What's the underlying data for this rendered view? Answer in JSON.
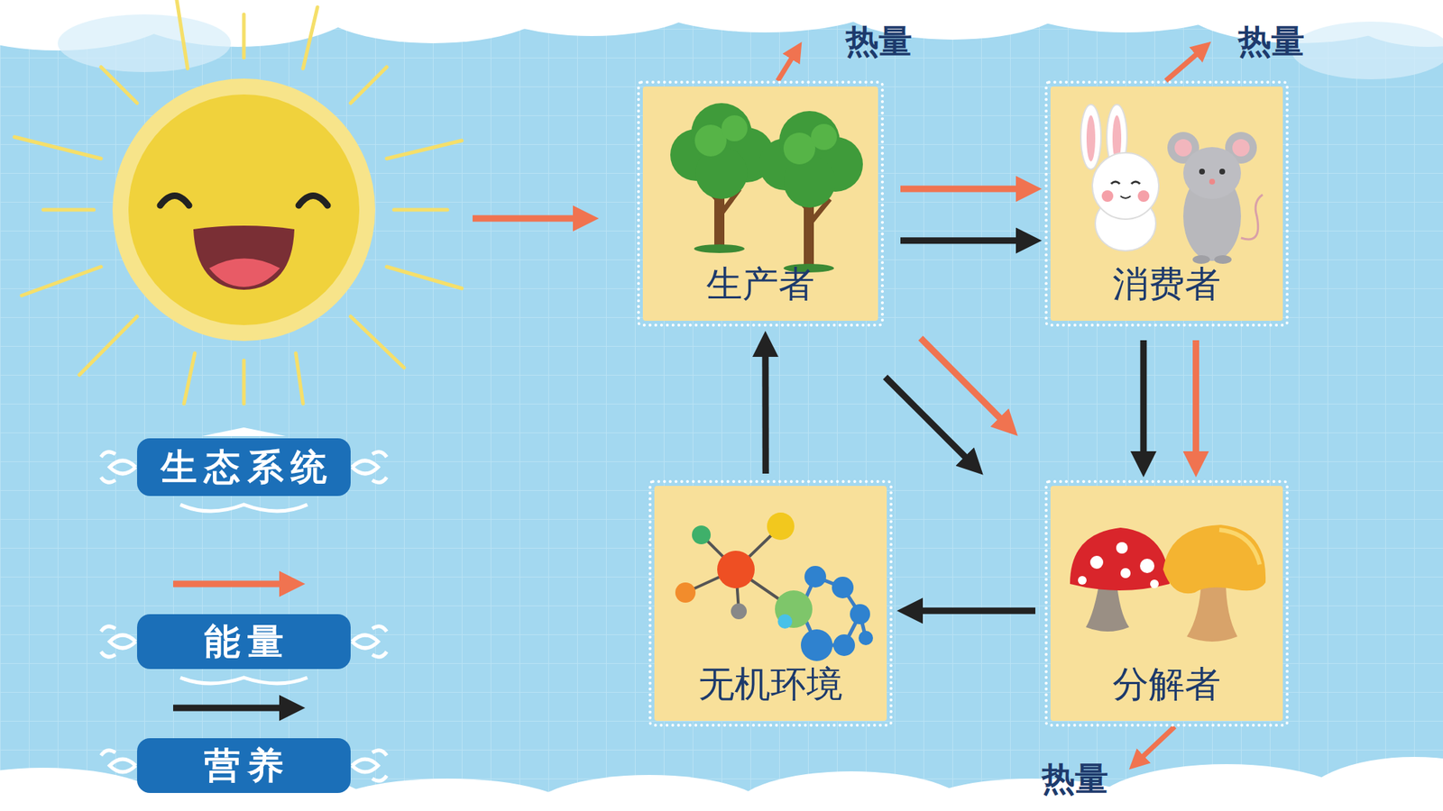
{
  "diagram": {
    "title": "生态系统",
    "nodes": [
      {
        "text": [
          "生产者"
        ]
      },
      {
        "text": [
          "消费者"
        ]
      },
      {
        "text": [
          "无机环境"
        ]
      },
      {
        "text": [
          "分解者"
        ]
      }
    ],
    "edges": [
      {
        "from": 0,
        "to": 1,
        "arrow": "to"
      },
      {
        "from": 0,
        "to": 1,
        "arrow": "to"
      },
      {
        "from": 0,
        "to": 3,
        "arrow": "to"
      },
      {
        "from": 0,
        "to": 3,
        "arrow": "to"
      },
      {
        "from": 1,
        "to": 3,
        "arrow": "to"
      },
      {
        "from": 1,
        "to": 3,
        "arrow": "to"
      },
      {
        "from": 3,
        "to": 2,
        "arrow": "to"
      },
      {
        "from": 2,
        "to": 0,
        "arrow": "to"
      }
    ],
    "labels": [
      "热量",
      "热量",
      "热量"
    ],
    "legend": [
      {
        "text": "能量"
      },
      {
        "text": "营养"
      }
    ]
  }
}
